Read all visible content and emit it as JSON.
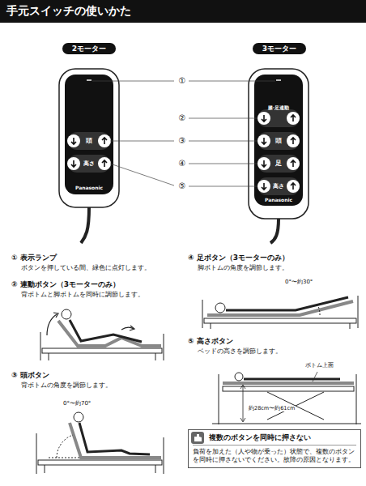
{
  "diagram": {
    "title": "手元スイッチの使いかた",
    "nodes": [
      {
        "text": [
          "2モーター"
        ]
      },
      {
        "text": [
          "3モーター"
        ]
      },
      {
        "text": [
          "頭",
          "高さ",
          "Panasonic"
        ]
      },
      {
        "text": [
          "膝·足連動",
          "頭",
          "足",
          "高さ",
          "Panasonic"
        ]
      },
      {
        "text": [
          "複数のボタンを同時に押さない",
          "負荷を加えた（人や物が乗った）状態で、複数のボタンを同時に押さないでください。故障の原因となります。"
        ]
      }
    ],
    "labels": [
      "①",
      "②",
      "③",
      "④",
      "⑤",
      "① 表示ランプ",
      "ボタンを押している間、緑色に点灯します。",
      "② 連動ボタン（3モーターのみ）",
      "背ボトムと脚ボトムを同時に調節します。",
      "③ 頭ボタン",
      "背ボトムの角度を調節します。",
      "0°〜約70°",
      "④ 足ボタン（3モーターのみ）",
      "脚ボトムの角度を調節します。",
      "0°〜約30°",
      "⑤ 高さボタン",
      "ベッドの高さを調節します。",
      "ボトム上面",
      "約28cm〜約61cm"
    ]
  }
}
